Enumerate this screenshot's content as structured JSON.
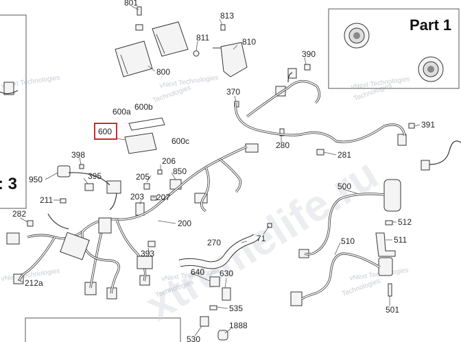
{
  "page": {
    "part_title": "Part 1",
    "page_number": ": 3"
  },
  "watermarks": {
    "vnext": "vNext Technologies",
    "technologies": "Technologies",
    "big": "xtremelife.ru"
  },
  "callouts": [
    "801",
    "813",
    "811",
    "810",
    "800",
    "390",
    "370",
    "600a",
    "600b",
    "600",
    "600c",
    "391",
    "280",
    "281",
    "398",
    "206",
    "950",
    "395",
    "205",
    "850",
    "211",
    "203",
    "207",
    "500",
    "282",
    "200",
    "71",
    "512",
    "270",
    "511",
    "510",
    "393",
    "212a",
    "630",
    "640",
    "535",
    "501",
    "1888",
    "530"
  ],
  "highlighted_callout": "600"
}
